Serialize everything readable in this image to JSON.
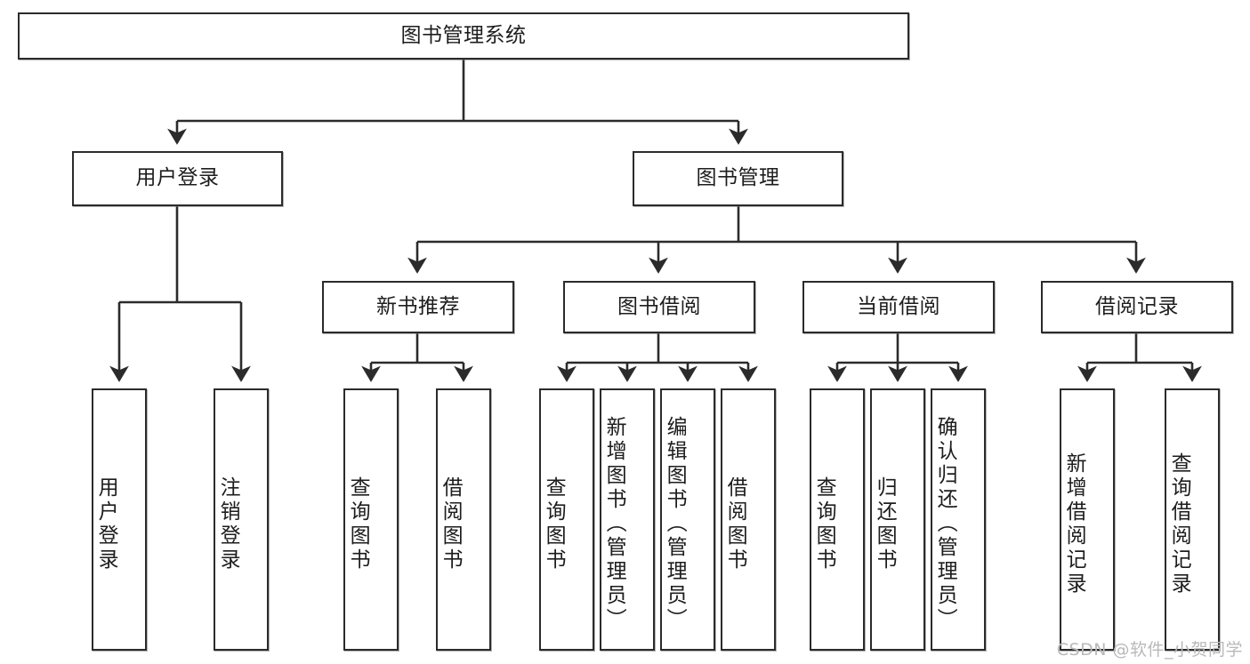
{
  "diagram": {
    "type": "tree",
    "title": "图书管理系统",
    "watermark": "CSDN @软件_小贺同学",
    "colors": {
      "box_border": "#2b2b2b",
      "box_fill": "#ffffff",
      "connector": "#2b2b2b",
      "text": "#1d1d1d",
      "watermark": "#b9b9b9"
    },
    "levels": {
      "root": {
        "label": "图书管理系统"
      },
      "level2": [
        {
          "label": "用户登录"
        },
        {
          "label": "图书管理"
        }
      ],
      "level3": [
        {
          "label": "新书推荐"
        },
        {
          "label": "图书借阅"
        },
        {
          "label": "当前借阅"
        },
        {
          "label": "借阅记录"
        }
      ],
      "leaves": {
        "user_login": [
          {
            "label": "用户登录"
          },
          {
            "label": "注销登录"
          }
        ],
        "new_book": [
          {
            "label": "查询图书"
          },
          {
            "label": "借阅图书"
          }
        ],
        "book_borrow": [
          {
            "label": "查询图书"
          },
          {
            "label": "新增图书（管理员）"
          },
          {
            "label": "编辑图书（管理员）"
          },
          {
            "label": "借阅图书"
          }
        ],
        "current_borrow": [
          {
            "label": "查询图书"
          },
          {
            "label": "归还图书"
          },
          {
            "label": "确认归还（管理员）"
          }
        ],
        "borrow_record": [
          {
            "label": "新增借阅记录"
          },
          {
            "label": "查询借阅记录"
          }
        ]
      }
    }
  }
}
